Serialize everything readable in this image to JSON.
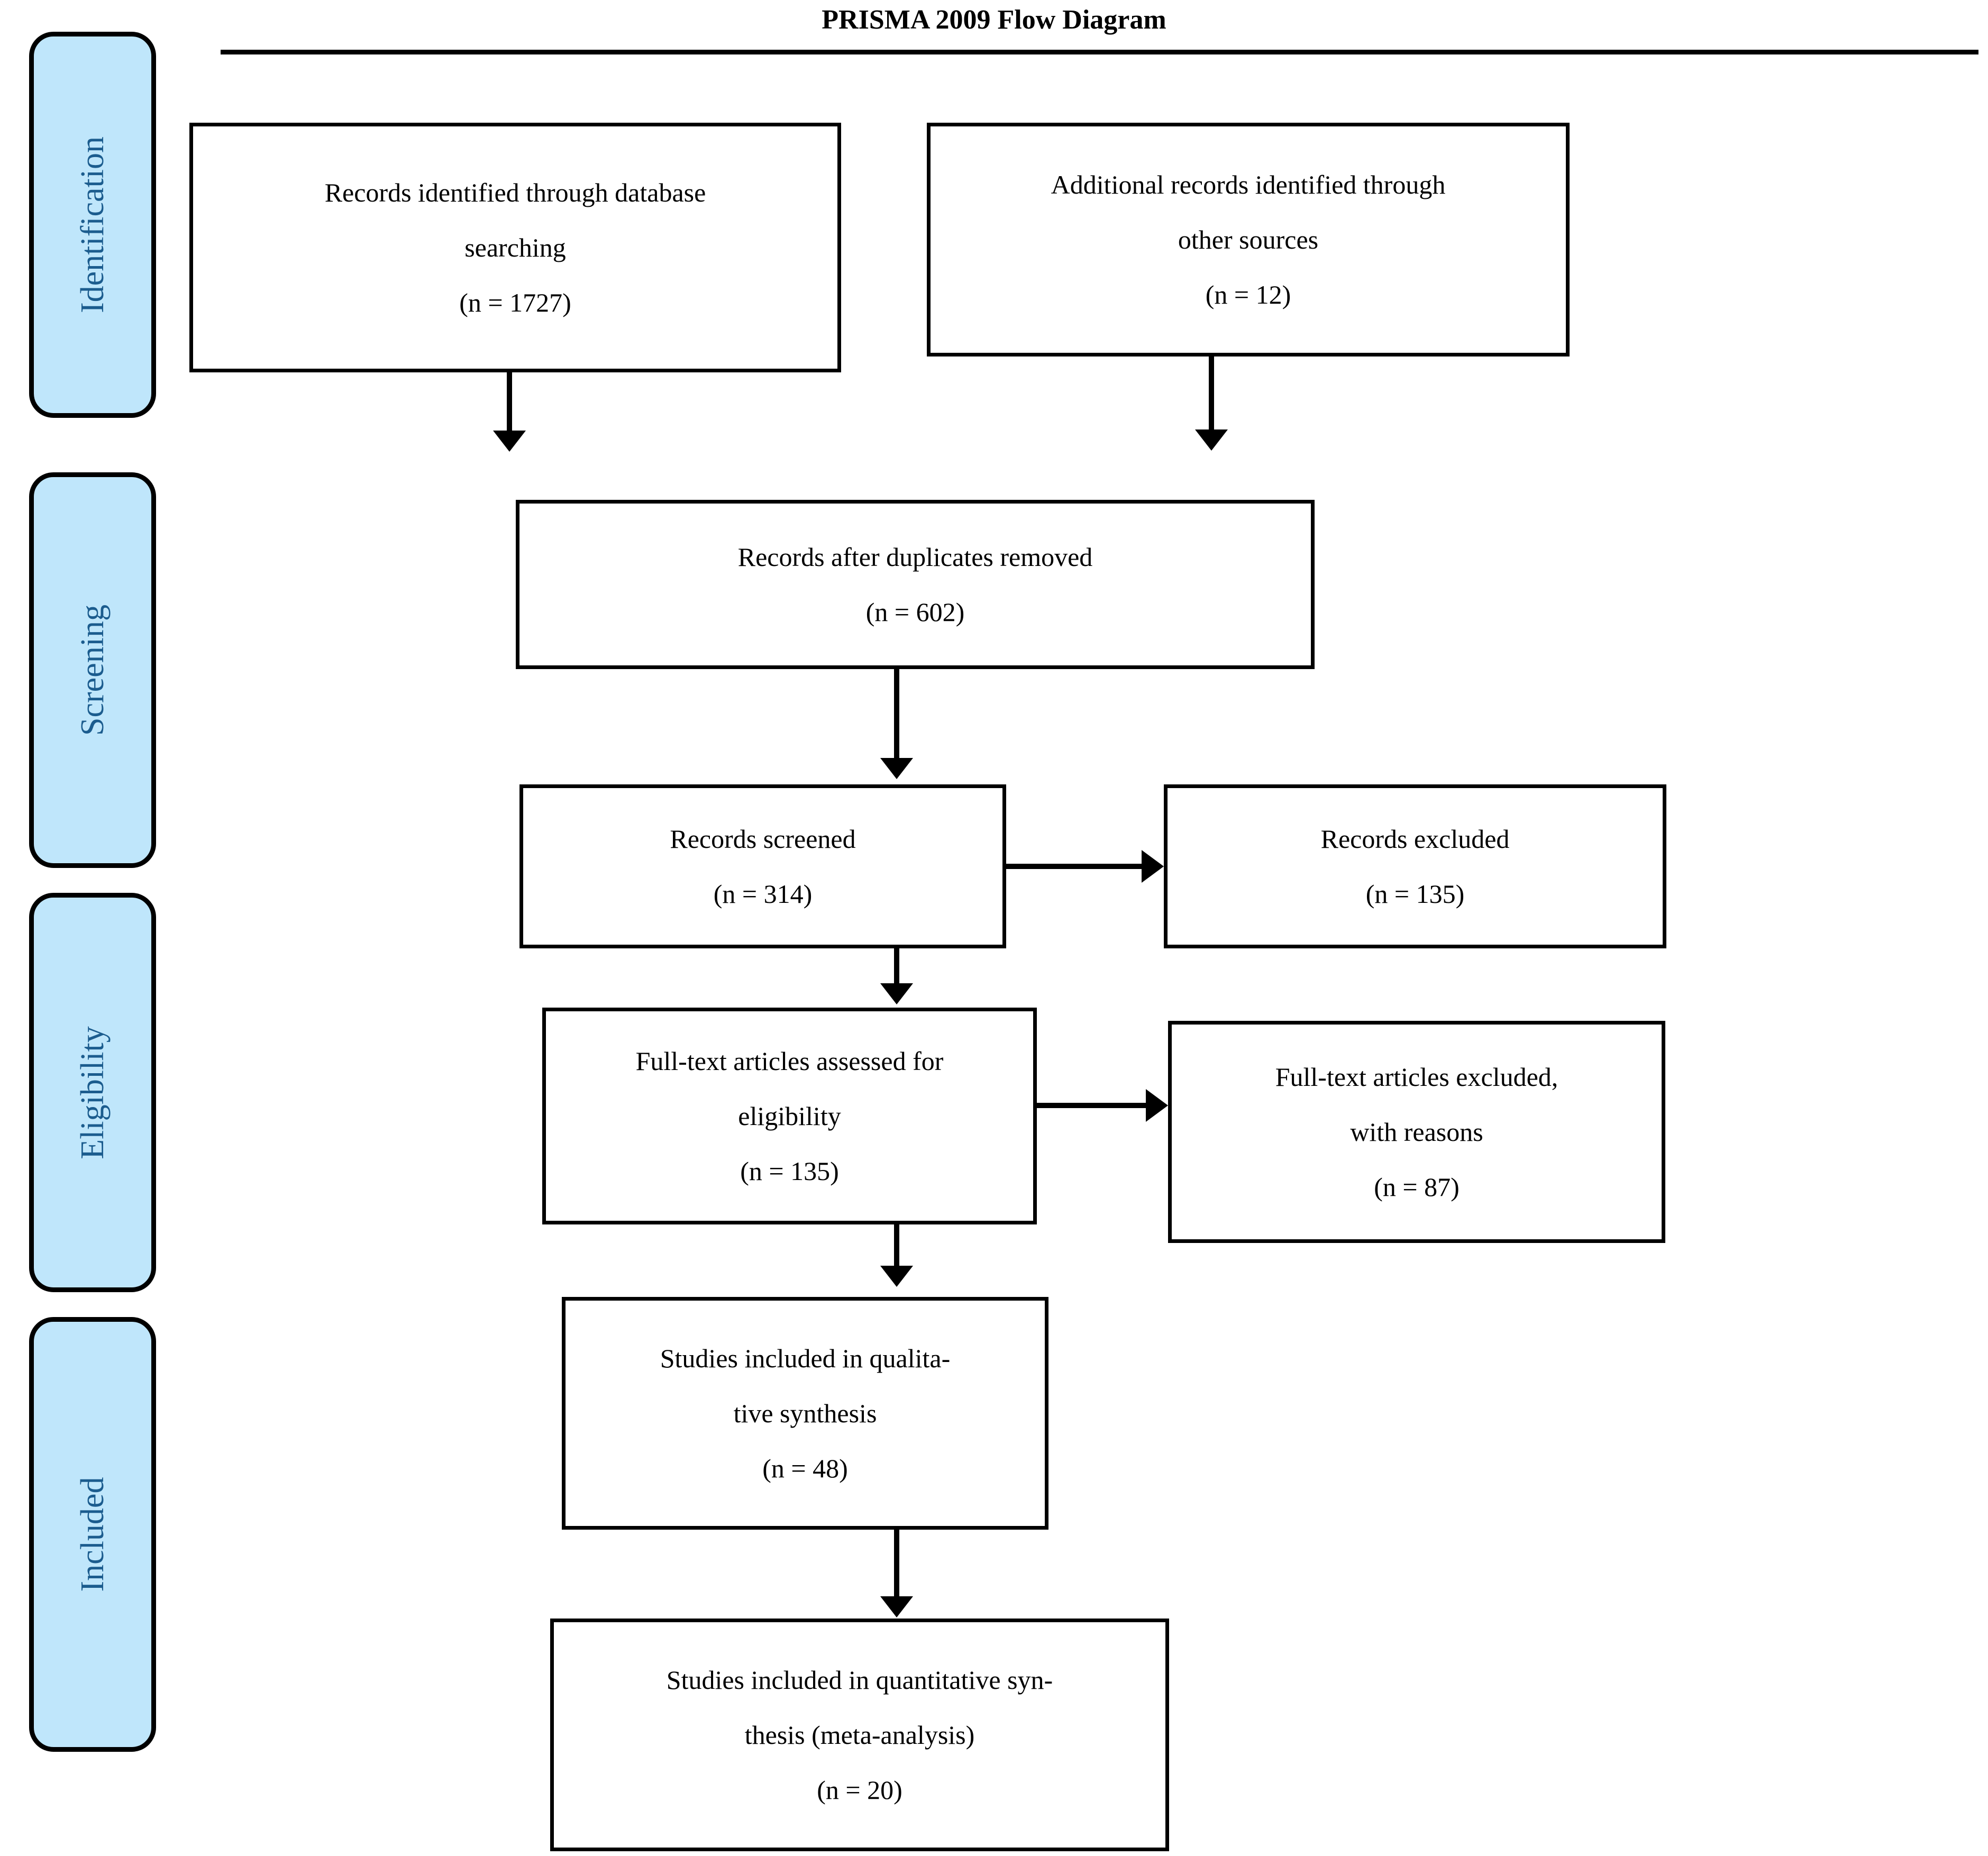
{
  "title": "PRISMA 2009 Flow Diagram",
  "stages": [
    {
      "label": "Identification"
    },
    {
      "label": "Screening"
    },
    {
      "label": "Eligibility"
    },
    {
      "label": "Included"
    }
  ],
  "boxes": {
    "database_records": {
      "line1": "Records identified through database",
      "line2": "searching",
      "line3": "(n = 1727)"
    },
    "other_records": {
      "line1": "Additional records identified through",
      "line2": "other sources",
      "line3": "(n = 12)"
    },
    "after_duplicates": {
      "line1": "Records after duplicates removed",
      "line2": "(n = 602)"
    },
    "records_screened": {
      "line1": "Records screened",
      "line2": "(n = 314)"
    },
    "records_excluded": {
      "line1": "Records excluded",
      "line2": "(n = 135)"
    },
    "fulltext_assessed": {
      "line1": "Full-text articles assessed for",
      "line2": "eligibility",
      "line3": "(n = 135)"
    },
    "fulltext_excluded": {
      "line1": "Full-text articles excluded,",
      "line2": "with reasons",
      "line3": "(n = 87)"
    },
    "qualitative": {
      "line1": "Studies included in qualita-",
      "line2": "tive synthesis",
      "line3": "(n = 48)"
    },
    "quantitative": {
      "line1": "Studies included in quantitative syn-",
      "line2": "thesis (meta-analysis)",
      "line3": "(n = 20)"
    }
  },
  "chart_data": {
    "type": "diagram",
    "title": "PRISMA 2009 Flow Diagram",
    "stages": [
      "Identification",
      "Screening",
      "Eligibility",
      "Included"
    ],
    "nodes": [
      {
        "id": "database_records",
        "stage": "Identification",
        "label": "Records identified through database searching",
        "n": 1727
      },
      {
        "id": "other_records",
        "stage": "Identification",
        "label": "Additional records identified through other sources",
        "n": 12
      },
      {
        "id": "after_duplicates",
        "stage": "Screening",
        "label": "Records after duplicates removed",
        "n": 602
      },
      {
        "id": "records_screened",
        "stage": "Screening",
        "label": "Records screened",
        "n": 314
      },
      {
        "id": "records_excluded",
        "stage": "Screening",
        "label": "Records excluded",
        "n": 135
      },
      {
        "id": "fulltext_assessed",
        "stage": "Eligibility",
        "label": "Full-text articles assessed for eligibility",
        "n": 135
      },
      {
        "id": "fulltext_excluded",
        "stage": "Eligibility",
        "label": "Full-text articles excluded, with reasons",
        "n": 87
      },
      {
        "id": "qualitative",
        "stage": "Included",
        "label": "Studies included in qualitative synthesis",
        "n": 48
      },
      {
        "id": "quantitative",
        "stage": "Included",
        "label": "Studies included in quantitative synthesis (meta-analysis)",
        "n": 20
      }
    ],
    "edges": [
      {
        "from": "database_records",
        "to": "after_duplicates",
        "direction": "down"
      },
      {
        "from": "other_records",
        "to": "after_duplicates",
        "direction": "down"
      },
      {
        "from": "after_duplicates",
        "to": "records_screened",
        "direction": "down"
      },
      {
        "from": "records_screened",
        "to": "records_excluded",
        "direction": "right"
      },
      {
        "from": "records_screened",
        "to": "fulltext_assessed",
        "direction": "down"
      },
      {
        "from": "fulltext_assessed",
        "to": "fulltext_excluded",
        "direction": "right"
      },
      {
        "from": "fulltext_assessed",
        "to": "qualitative",
        "direction": "down"
      },
      {
        "from": "qualitative",
        "to": "quantitative",
        "direction": "down"
      }
    ]
  },
  "colors": {
    "stage_fill": "#bfe6fb",
    "stage_text": "#1b5c8e",
    "stroke": "#000000",
    "box_fill": "#ffffff"
  }
}
